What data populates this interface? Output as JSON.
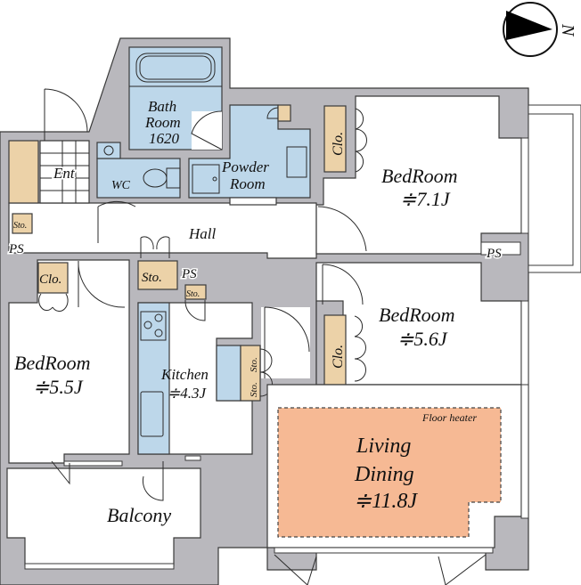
{
  "plan": {
    "compass": {
      "label": "N",
      "icon": "north-arrow-icon"
    },
    "rooms": {
      "bath": {
        "line1": "Bath",
        "line2": "Room",
        "line3": "1620"
      },
      "wc": {
        "label": "WC"
      },
      "powder": {
        "line1": "Powder",
        "line2": "Room"
      },
      "entrance": {
        "label": "Ent"
      },
      "hall": {
        "label": "Hall"
      },
      "bedroom1": {
        "label": "BedRoom",
        "size": "≑7.1J"
      },
      "bedroom2": {
        "label": "BedRoom",
        "size": "≑5.6J"
      },
      "bedroom3": {
        "label": "BedRoom",
        "size": "≑5.5J"
      },
      "kitchen": {
        "label": "Kitchen",
        "size": "≑4.3J"
      },
      "living": {
        "line1": "Living",
        "line2": "Dining",
        "size": "≑11.8J",
        "note": "Floor heater"
      },
      "balcony": {
        "label": "Balcony"
      }
    },
    "labels": {
      "closet": "Clo.",
      "storage": "Sto.",
      "pipe_space": "PS"
    },
    "colors": {
      "wall": "#b9b8bd",
      "wet_area": "#bdd7ea",
      "storage": "#ecd2a8",
      "floor_heater": "#f6b994"
    }
  }
}
